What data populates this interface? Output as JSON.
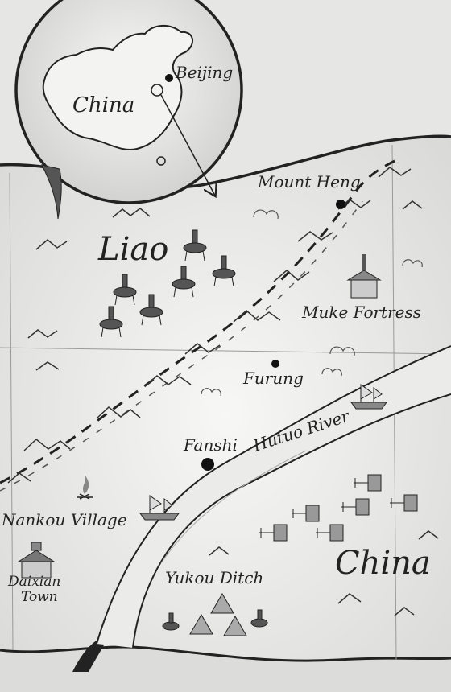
{
  "inset": {
    "country_label": "China",
    "capital_label": "Beijing"
  },
  "regions": {
    "liao": "Liao",
    "china": "China"
  },
  "places": {
    "mount_heng": "Mount Heng",
    "muke_fortress": "Muke Fortress",
    "furung": "Furung",
    "fanshi": "Fanshi",
    "nankou_village": "Nankou Village",
    "daixian_town_line1": "Daixian",
    "daixian_town_line2": "Town",
    "yukou_ditch": "Yukou Ditch"
  },
  "river": {
    "label": "Hutuo River"
  },
  "icons": [
    "city-dot-icon",
    "mountain-icon",
    "cavalry-icon",
    "crossbowman-icon",
    "junk-boat-icon",
    "tent-icon",
    "fortress-icon",
    "campfire-icon"
  ],
  "colors": {
    "paper": "#f2f2f0",
    "ink": "#222222",
    "shade": "#c8c8c6"
  }
}
